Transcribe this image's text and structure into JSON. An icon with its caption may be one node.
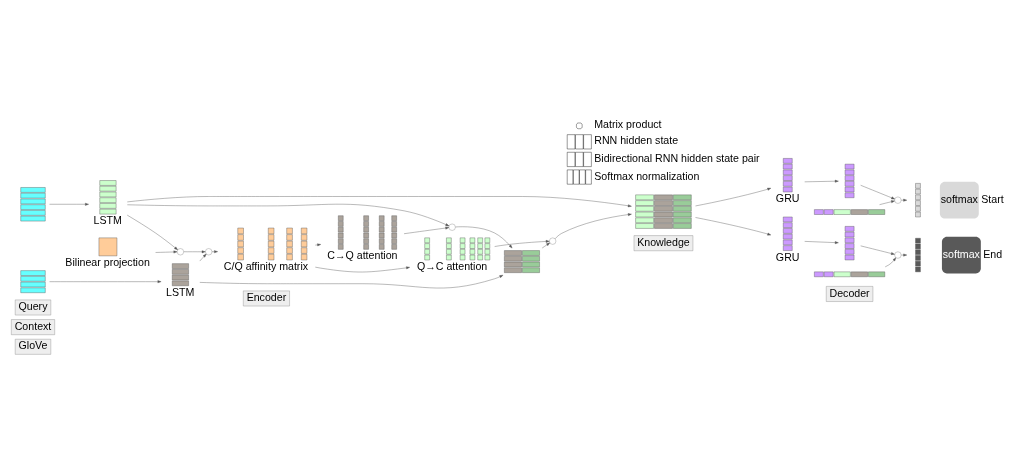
{
  "diagram": {
    "nodes": [
      {
        "text": [
          "GloVe"
        ]
      },
      {
        "text": [
          "Encoder"
        ]
      },
      {
        "text": [
          "Knowledge"
        ]
      },
      {
        "text": [
          "Decoder"
        ]
      },
      {
        "text": [
          "Context"
        ]
      },
      {
        "text": [
          "Query"
        ]
      },
      {
        "text": [],
        "shape": "box"
      },
      {
        "text": [],
        "shape": "box",
        "beside": [
          "LSTM"
        ]
      },
      {
        "text": [],
        "shape": "box"
      },
      {
        "text": [],
        "shape": "box",
        "beside": [
          "LSTM"
        ]
      },
      {
        "text": [],
        "shape": "box",
        "beside": [
          "Bilinear projection"
        ]
      },
      {
        "text": [],
        "shape": "circle"
      },
      {
        "text": [],
        "shape": "circle"
      },
      {
        "text": [],
        "shape": "box",
        "beside": [
          "C/Q affinity matrix"
        ]
      },
      {
        "text": [],
        "shape": "box",
        "beside": [
          "C→Q attention"
        ]
      },
      {
        "text": [],
        "shape": "box",
        "beside": [
          "Q→C attention"
        ]
      },
      {
        "text": [],
        "shape": "circle"
      },
      {
        "text": [],
        "shape": "box"
      },
      {
        "text": [],
        "shape": "circle"
      },
      {
        "text": [],
        "shape": "box"
      },
      {
        "text": [],
        "shape": "box",
        "beside": [
          "GRU"
        ]
      },
      {
        "text": [],
        "shape": "box"
      },
      {
        "text": [],
        "shape": "circle"
      },
      {
        "text": [],
        "shape": "bar"
      },
      {
        "text": [],
        "shape": "box"
      },
      {
        "text": [
          "softmax"
        ],
        "beside": [
          "Start"
        ]
      },
      {
        "text": [],
        "shape": "box",
        "beside": [
          "GRU"
        ]
      },
      {
        "text": [],
        "shape": "box"
      },
      {
        "text": [],
        "shape": "circle"
      },
      {
        "text": [],
        "shape": "bar"
      },
      {
        "text": [],
        "shape": "box"
      },
      {
        "text": [
          "softmax"
        ],
        "beside": [
          "End"
        ]
      }
    ],
    "edges": [
      {
        "from": 6,
        "to": 7,
        "arrow": "to"
      },
      {
        "from": 7,
        "to": 19,
        "arrow": "to"
      },
      {
        "from": 7,
        "to": 11,
        "arrow": "to"
      },
      {
        "from": 7,
        "to": 16,
        "arrow": "to"
      },
      {
        "from": 10,
        "to": 11,
        "arrow": "to"
      },
      {
        "from": 11,
        "to": 12,
        "arrow": "to"
      },
      {
        "from": 8,
        "to": 9,
        "arrow": "to"
      },
      {
        "from": 9,
        "to": 12,
        "arrow": "to"
      },
      {
        "from": 12,
        "to": 13,
        "arrow": "to"
      },
      {
        "from": 13,
        "to": 15,
        "arrow": "to"
      },
      {
        "from": 13,
        "to": 14,
        "arrow": "to"
      },
      {
        "from": 14,
        "to": 16,
        "arrow": "to"
      },
      {
        "from": 16,
        "to": 17,
        "arrow": "to"
      },
      {
        "from": 9,
        "to": 17,
        "arrow": "to"
      },
      {
        "from": 15,
        "to": 18,
        "arrow": "to"
      },
      {
        "from": 17,
        "to": 18,
        "arrow": "to"
      },
      {
        "from": 18,
        "to": 19,
        "arrow": "to"
      },
      {
        "from": 19,
        "to": 20,
        "arrow": "to"
      },
      {
        "from": 20,
        "to": 21,
        "arrow": "to"
      },
      {
        "from": 21,
        "to": 22,
        "arrow": "to"
      },
      {
        "from": 23,
        "to": 22,
        "arrow": "to"
      },
      {
        "from": 22,
        "to": 24,
        "arrow": "to"
      },
      {
        "from": 19,
        "to": 26,
        "arrow": "to"
      },
      {
        "from": 26,
        "to": 27,
        "arrow": "to"
      },
      {
        "from": 27,
        "to": 28,
        "arrow": "to"
      },
      {
        "from": 29,
        "to": 28,
        "arrow": "to"
      },
      {
        "from": 28,
        "to": 30,
        "arrow": "to"
      }
    ],
    "legend": [
      {
        "text": "Matrix product"
      },
      {
        "text": "RNN hidden state"
      },
      {
        "text": "Bidirectional RNN hidden state pair"
      },
      {
        "text": "Softmax normalization"
      }
    ]
  }
}
